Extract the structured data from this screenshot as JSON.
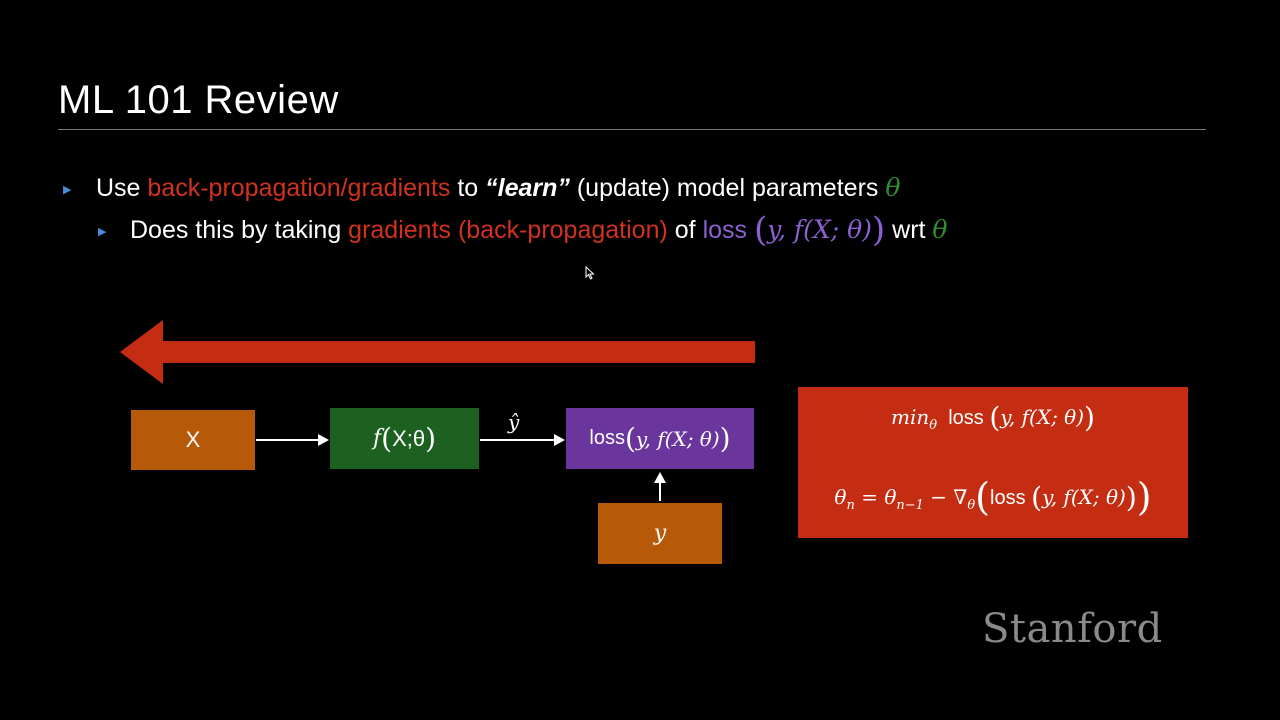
{
  "slide": {
    "title": "ML 101 Review",
    "bullet1": {
      "pre": "Use ",
      "highlight": "back-propagation/gradients",
      "mid": " to ",
      "emphasis": "“learn”",
      "post": " (update) model parameters ",
      "theta": "θ"
    },
    "bullet2": {
      "pre": "Does this by taking ",
      "highlight": "gradients (back-propagation)",
      "mid": " of ",
      "loss_word": "loss ",
      "args": "y,  f(X;  θ)",
      "post": " wrt ",
      "theta": "θ"
    }
  },
  "diagram": {
    "x_label": "X",
    "f_label_pre": "f",
    "f_label_args": "X;θ",
    "yhat_label": "ŷ",
    "loss_word": "loss ",
    "loss_args": "y,  f(X;  θ)",
    "y_label": "y"
  },
  "formulas": {
    "min_pre": "min",
    "min_sub": "θ",
    "min_loss": "loss ",
    "min_args": "y,  f(X;  θ)",
    "update_lhs": "θ",
    "update_lhs_sub": "n",
    "update_mid": " = θ",
    "update_mid_sub": "n−1",
    "update_grad": " − ∇",
    "update_grad_sub": "θ",
    "update_loss": "loss ",
    "update_args": "y,  f(X;  θ)"
  },
  "branding": {
    "logo_text": "Stanford"
  },
  "colors": {
    "background": "#000000",
    "highlight_red": "#d1321d",
    "loss_purple": "#8b60d0",
    "theta_green": "#2f8f2f",
    "box_orange": "#b65a09",
    "box_green": "#1d6120",
    "box_purple": "#6a359d",
    "formula_red": "#c52d12",
    "bullet_blue": "#4a8ad6"
  },
  "icons": [
    "bullet-arrow-icon",
    "backprop-arrow-icon",
    "flow-arrow-icon",
    "mouse-cursor-icon"
  ]
}
